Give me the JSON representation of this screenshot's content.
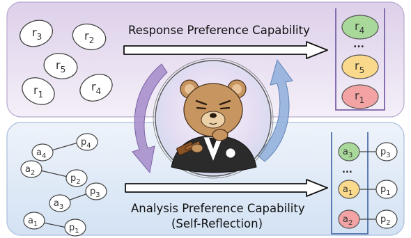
{
  "top_section": {
    "title": "Response Preference Capability",
    "responses": [
      {
        "base": "r",
        "sub": "3"
      },
      {
        "base": "r",
        "sub": "2"
      },
      {
        "base": "r",
        "sub": "5"
      },
      {
        "base": "r",
        "sub": "1"
      },
      {
        "base": "r",
        "sub": "4"
      }
    ],
    "ranking": [
      {
        "base": "r",
        "sub": "4",
        "color": "#a9d99a"
      },
      {
        "base": "r",
        "sub": "5",
        "color": "#fbd98c"
      },
      {
        "base": "r",
        "sub": "1",
        "color": "#f3a3a3"
      }
    ],
    "ellipsis": "..."
  },
  "bottom_section": {
    "title_line1": "Analysis Preference Capability",
    "title_line2": "(Self-Reflection)",
    "pairs": [
      {
        "a": "a",
        "a_sub": "4",
        "p": "p",
        "p_sub": "4"
      },
      {
        "a": "a",
        "a_sub": "2",
        "p": "p",
        "p_sub": "2"
      },
      {
        "a": "a",
        "a_sub": "3",
        "p": "p",
        "p_sub": "3"
      },
      {
        "a": "a",
        "a_sub": "1",
        "p": "p",
        "p_sub": "1"
      }
    ],
    "ranking": [
      {
        "a": "a",
        "a_sub": "3",
        "p": "p",
        "p_sub": "3",
        "color": "#a9d99a"
      },
      {
        "a": "a",
        "a_sub": "1",
        "p": "p",
        "p_sub": "1",
        "color": "#fbd98c"
      },
      {
        "a": "a",
        "a_sub": "2",
        "p": "p",
        "p_sub": "2",
        "color": "#f3a3a3"
      }
    ],
    "ellipsis": "..."
  },
  "colors": {
    "top_bg": "#e7ddf0",
    "bottom_bg": "#dde8f6",
    "purple_arrow": "#a58bc9",
    "blue_arrow": "#8eaedb",
    "green": "#a9d99a",
    "yellow": "#fbd98c",
    "red": "#f3a3a3"
  },
  "center_image": {
    "icon": "judge-bear-with-gavel-icon"
  }
}
